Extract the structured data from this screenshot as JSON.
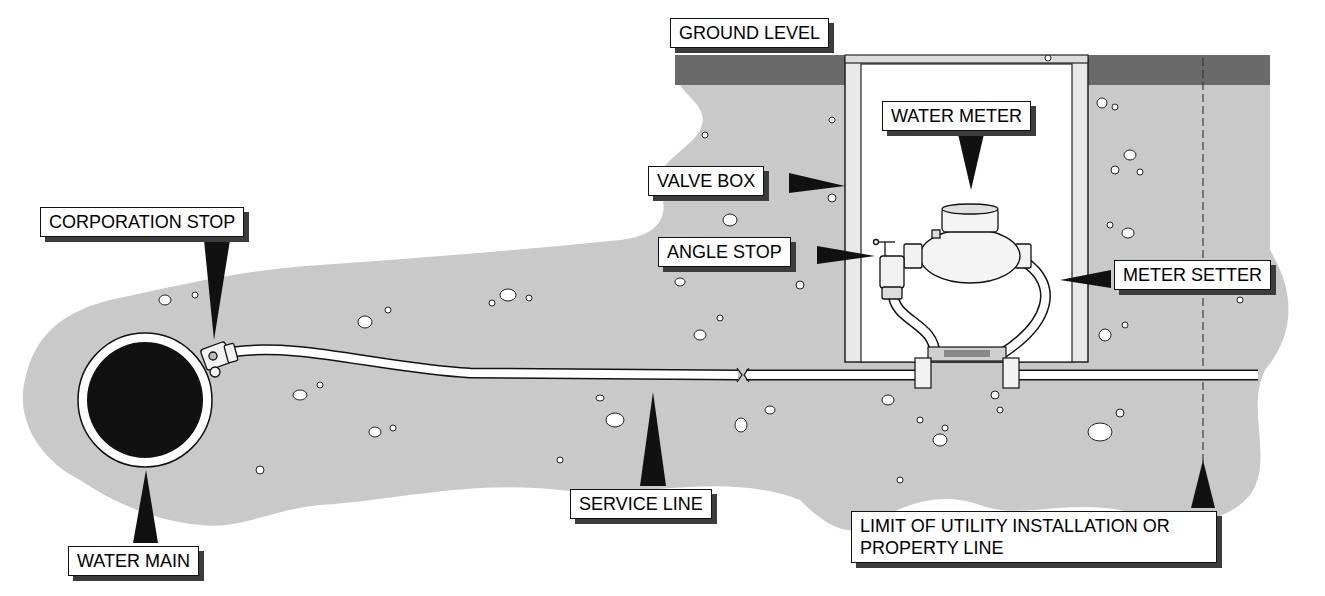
{
  "diagram": {
    "nodes": [
      {
        "text": [
          "GROUND LEVEL"
        ]
      },
      {
        "text": [
          "WATER METER"
        ]
      },
      {
        "text": [
          "VALVE BOX"
        ]
      },
      {
        "text": [
          "CORPORATION STOP"
        ]
      },
      {
        "text": [
          "ANGLE STOP"
        ]
      },
      {
        "text": [
          "METER SETTER"
        ]
      },
      {
        "text": [
          "SERVICE LINE"
        ]
      },
      {
        "text": [
          "WATER MAIN"
        ]
      },
      {
        "text": [
          "LIMIT OF UTILITY INSTALLATION OR PROPERTY LINE"
        ]
      }
    ]
  }
}
